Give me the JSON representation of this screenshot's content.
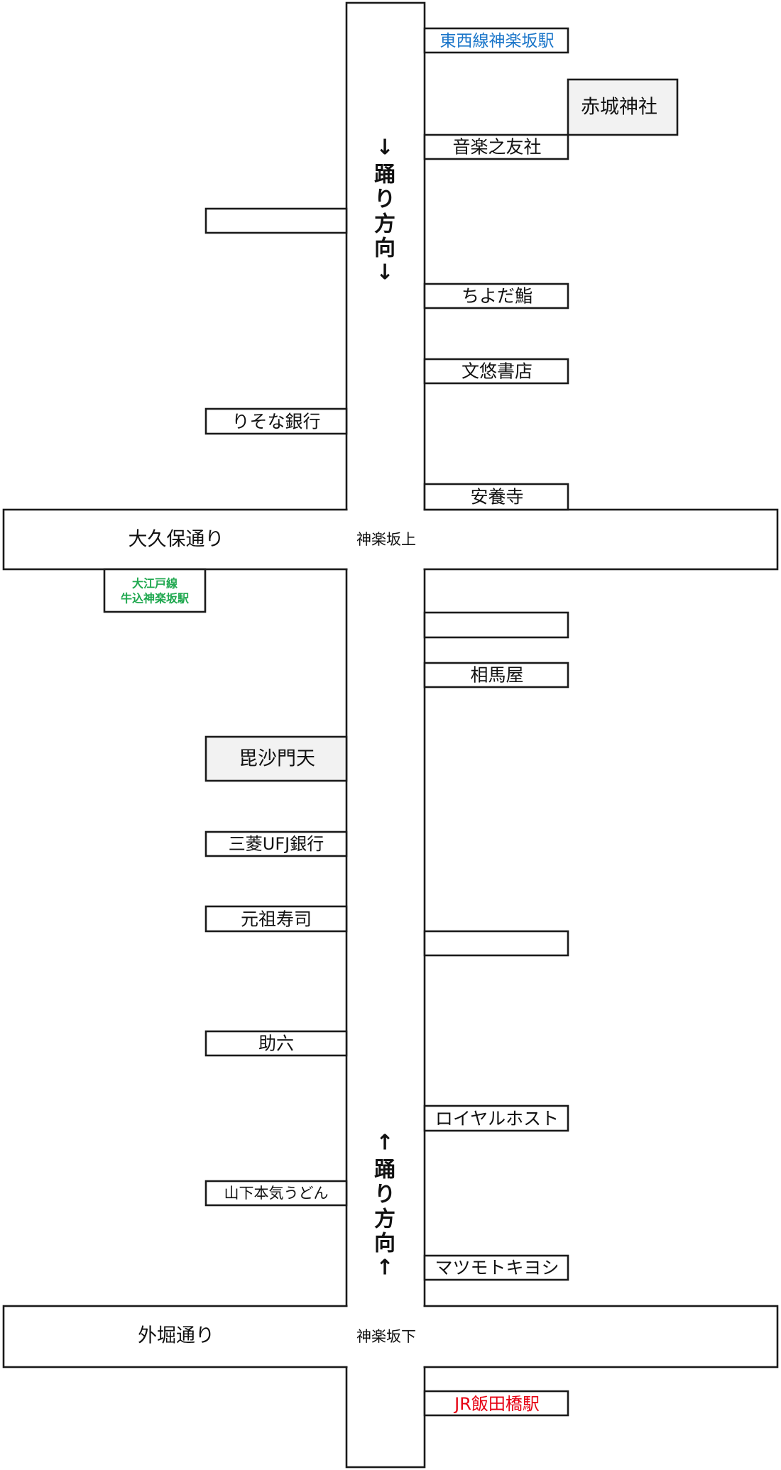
{
  "streets": {
    "okubo": "大久保通り",
    "sotobori": "外堀通り"
  },
  "intersections": {
    "upper": "神楽坂上",
    "lower": "神楽坂下"
  },
  "direction_upper": [
    "↓",
    "踊",
    "り",
    "方",
    "向",
    "↓"
  ],
  "direction_lower": [
    "↑",
    "踊",
    "り",
    "方",
    "向",
    "↑"
  ],
  "stations": {
    "tozai": "東西線神楽坂駅",
    "oedo_line1": "大江戸線",
    "oedo_line2": "牛込神楽坂駅",
    "jr": "JR飯田橋駅"
  },
  "landmarks": {
    "akagi_jinja": "赤城神社",
    "bishamonten": "毘沙門天"
  },
  "shops": {
    "ongaku_no_tomo": "音楽之友社",
    "chiyoda_sushi": "ちよだ鮨",
    "bunyu_shoten": "文悠書店",
    "resona_bank": "りそな銀行",
    "anyoji": "安養寺",
    "soumaya": "相馬屋",
    "mufg_bank": "三菱UFJ銀行",
    "ganso_sushi": "元祖寿司",
    "sukeroku": "助六",
    "royal_host": "ロイヤルホスト",
    "yamashita_udon": "山下本気うどん",
    "matsumoto_kiyoshi": "マツモトキヨシ"
  },
  "colors": {
    "tozai": "#1a75c9",
    "oedo": "#1fa84f",
    "jr": "#e60012",
    "outline": "#1a1a1a",
    "shaded": "#f2f2f2"
  }
}
